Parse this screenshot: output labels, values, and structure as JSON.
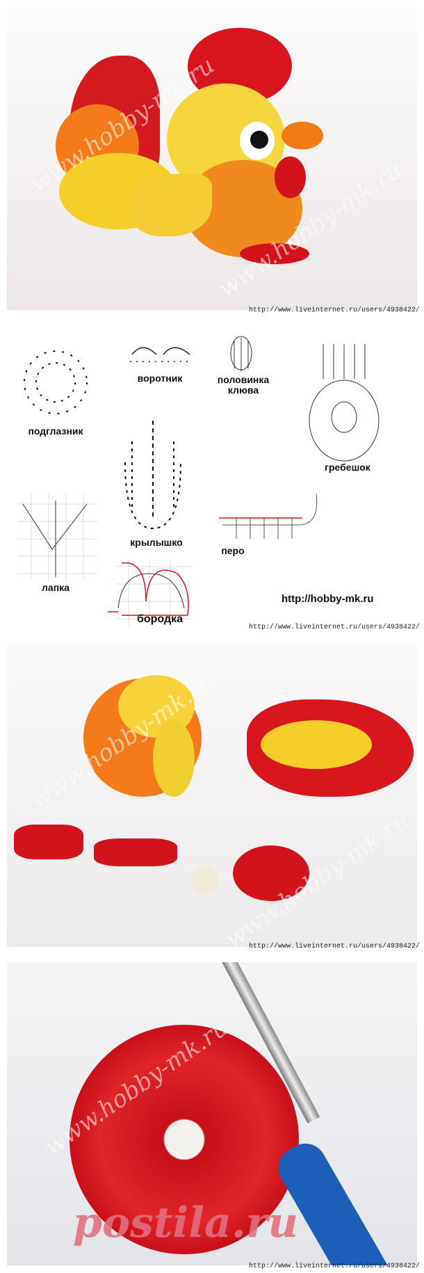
{
  "source_url": "http://www.liveinternet.ru/users/4938422/",
  "watermark": "www.hobby-mk.ru",
  "site_url": "http://hobby-mk.ru",
  "diagram_labels": {
    "podglaznik": "подглазник",
    "vorotnik": "воротник",
    "polovinka_klyuva": "половинка клюва",
    "grebeshok": "гребешок",
    "krylyshko": "крылышко",
    "pero": "перо",
    "lapka": "лапка",
    "borodka": "бородка"
  },
  "logo": "postila.ru",
  "colors": {
    "red": "#d4161e",
    "orange": "#f47a1a",
    "yellow": "#f7d23a",
    "logo": "#e0707e",
    "hook_blue": "#1d5fb8"
  }
}
